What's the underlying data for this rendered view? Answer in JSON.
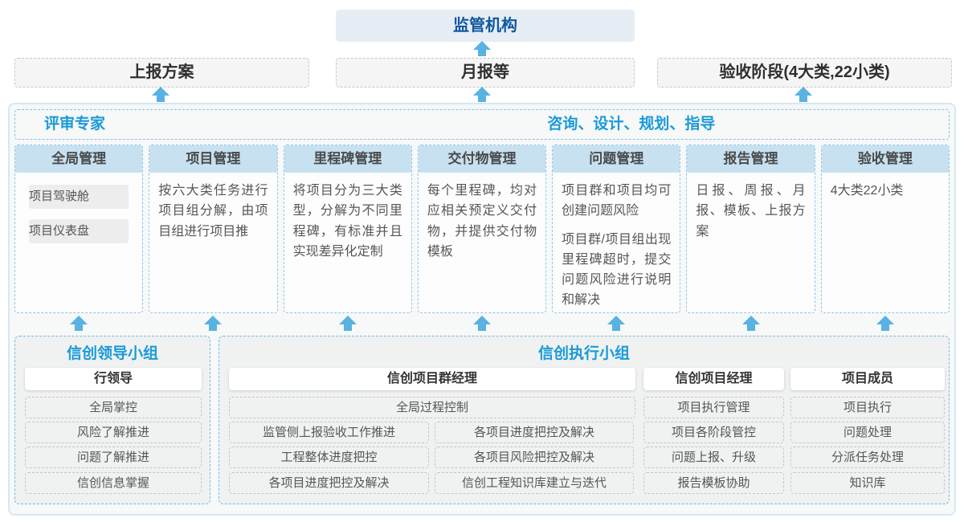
{
  "top": {
    "regulator": "监管机构"
  },
  "report_row": [
    {
      "label": "上报方案"
    },
    {
      "label": "月报等"
    },
    {
      "label": "验收阶段(4大类,22小类)"
    }
  ],
  "panel": {
    "left_title": "评审专家",
    "right_title": "咨询、设计、规划、指导",
    "columns": [
      {
        "title": "全局管理",
        "boxes": [
          "项目驾驶舱",
          "项目仪表盘"
        ]
      },
      {
        "title": "项目管理",
        "text": "按六大类任务进行项目组分解，由项目组进行项目推"
      },
      {
        "title": "里程碑管理",
        "text": "将项目分为三大类型，分解为不同里程碑，有标准并且实现差异化定制"
      },
      {
        "title": "交付物管理",
        "text": "每个里程碑，均对应相关预定义交付物，并提供交付物模板"
      },
      {
        "title": "问题管理",
        "paragraphs": [
          "项目群和项目均可创建问题风险",
          "项目群/项目组出现里程碑超时，提交问题风险进行说明和解决"
        ]
      },
      {
        "title": "报告管理",
        "text": "日报、周报、月报、模板、上报方案"
      },
      {
        "title": "验收管理",
        "text": "4大类22小类"
      }
    ]
  },
  "bottom": {
    "leader_group": {
      "title": "信创领导小组",
      "role": "行领导",
      "items": [
        "全局掌控",
        "风险了解推进",
        "问题了解推进",
        "信创信息掌握"
      ]
    },
    "exec_group": {
      "title": "信创执行小组",
      "pgm_manager": {
        "role": "信创项目群经理",
        "full_item": "全局过程控制",
        "left_items": [
          "监管侧上报验收工作推进",
          "工程整体进度把控",
          "各项目进度把控及解决"
        ],
        "right_items": [
          "各项目进度把控及解决",
          "各项目风险把控及解决",
          "信创工程知识库建立与迭代"
        ]
      },
      "project_manager": {
        "role": "信创项目经理",
        "items": [
          "项目执行管理",
          "项目各阶段管控",
          "问题上报、升级",
          "报告模板协助"
        ]
      },
      "member": {
        "role": "项目成员",
        "items": [
          "项目执行",
          "问题处理",
          "分派任务处理",
          "知识库"
        ]
      }
    }
  },
  "colors": {
    "deep_blue_text": "#10589f",
    "accent_blue_text": "#1a9ad8",
    "column_header_fill": "#c7e1f1",
    "regulator_fill": "#e7edf5",
    "arrow_blue": "#58b2e2",
    "panel_border": "#d3e8f5"
  }
}
